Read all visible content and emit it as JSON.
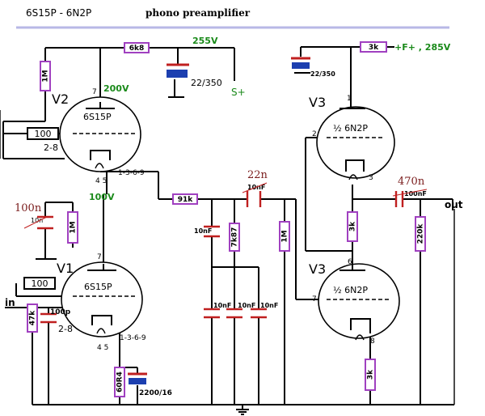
{
  "header": {
    "tubes": "6S15P - 6N2P",
    "title": "phono preamplifier"
  },
  "tubes": {
    "v2": {
      "name": "V2",
      "type": "6S15P",
      "anode_pin": "7",
      "grid_pins": "2-8",
      "cathode_pins": "4 5",
      "other_pins": "1-3-6-9"
    },
    "v1": {
      "name": "V1",
      "type": "6S15P",
      "anode_pin": "7",
      "grid_pins": "2-8",
      "cathode_pins": "4 5",
      "other_pins": "1-3-6-9"
    },
    "v3a": {
      "name": "V3",
      "type": "½ 6N2P",
      "anode_pin": "1",
      "grid_pin": "2",
      "cathode_pin": "3"
    },
    "v3b": {
      "name": "V3",
      "type": "½ 6N2P",
      "anode_pin": "6",
      "grid_pin": "7",
      "cathode_pin": "8"
    }
  },
  "voltages": {
    "b255": "255V",
    "s_plus": "S+",
    "v2_anode": "200V",
    "v1_anode": "100V",
    "f_plus": "+F+ , 285V"
  },
  "resistors": {
    "r_6k8": "6k8",
    "r_1m_v2": "1M",
    "r_100_v2": "100",
    "r_1m_mid": "1M",
    "r_100_v1": "100",
    "r_47k": "47k",
    "r_60r4": "60R4",
    "r_91k": "91k",
    "r_7k87": "7k87",
    "r_1m_out": "1M",
    "r_3k_top": "3k",
    "r_3k_mid": "3k",
    "r_3k_bot": "3k",
    "r_220k": "220k"
  },
  "capacitors": {
    "c_22_350_a": "22/350",
    "c_22_350_b": "22/350",
    "c_2200": "2200/16",
    "c_10n_struck": "10n",
    "c_100n_note": "100n",
    "c_100p": "100p",
    "c_10nF_coupling": "10nF",
    "c_22n_note": "22n",
    "c_10nF_a": "10nF",
    "c_10nF_b": "10nF",
    "c_10nF_c": "10nF",
    "c_10nF_d": "10nF",
    "c_100nF_out": "100nF",
    "c_470n_note": "470n"
  },
  "ports": {
    "in": "in",
    "out": "out"
  }
}
